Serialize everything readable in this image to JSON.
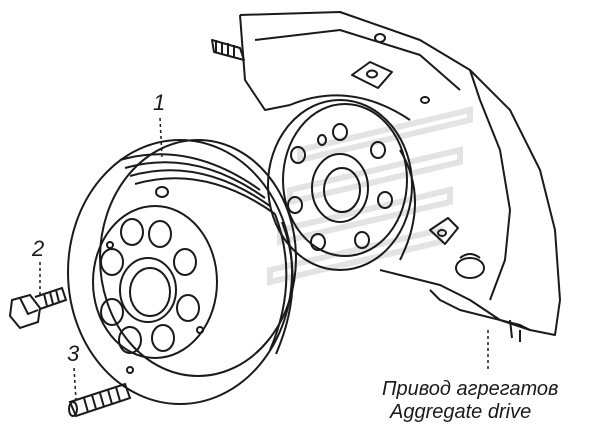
{
  "callouts": {
    "part_1": "1",
    "part_2": "2",
    "part_3": "3"
  },
  "caption": {
    "line_ru": "Привод агрегатов",
    "line_en": "Aggregate drive"
  },
  "colors": {
    "ink": "#1a1a1a",
    "paper": "#ffffff",
    "watermark": "#d8d8d8"
  }
}
